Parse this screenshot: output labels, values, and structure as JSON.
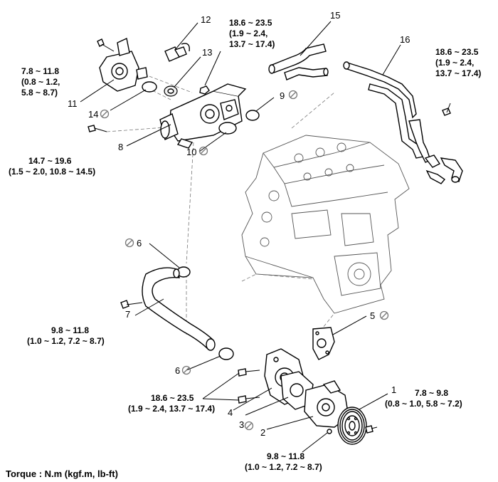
{
  "parts": [
    {
      "num": "1"
    },
    {
      "num": "2"
    },
    {
      "num": "3"
    },
    {
      "num": "4"
    },
    {
      "num": "5"
    },
    {
      "num": "6"
    },
    {
      "num": "6"
    },
    {
      "num": "7"
    },
    {
      "num": "8"
    },
    {
      "num": "9"
    },
    {
      "num": "10"
    },
    {
      "num": "11"
    },
    {
      "num": "12"
    },
    {
      "num": "13"
    },
    {
      "num": "14"
    },
    {
      "num": "15"
    },
    {
      "num": "16"
    }
  ],
  "torques": [
    {
      "lines": [
        "7.8 ~ 11.8",
        "(0.8 ~ 1.2,",
        "5.8 ~ 8.7)"
      ]
    },
    {
      "lines": [
        "18.6 ~ 23.5",
        "(1.9 ~ 2.4,",
        "13.7 ~ 17.4)"
      ]
    },
    {
      "lines": [
        "18.6 ~ 23.5",
        "(1.9 ~ 2.4,",
        "13.7 ~ 17.4)"
      ]
    },
    {
      "lines": [
        "14.7 ~ 19.6",
        "(1.5 ~ 2.0, 10.8 ~ 14.5)"
      ]
    },
    {
      "lines": [
        "9.8 ~ 11.8",
        "(1.0 ~ 1.2, 7.2 ~ 8.7)"
      ]
    },
    {
      "lines": [
        "18.6 ~ 23.5",
        "(1.9 ~ 2.4, 13.7 ~ 17.4)"
      ]
    },
    {
      "lines": [
        "7.8 ~ 9.8",
        "(0.8 ~ 1.0, 5.8 ~ 7.2)"
      ]
    },
    {
      "lines": [
        "9.8 ~ 11.8",
        "(1.0 ~ 1.2, 7.2 ~ 8.7)"
      ]
    }
  ],
  "legend": "Torque : N.m (kgf.m, lb-ft)",
  "colors": {
    "line": "#000000",
    "engine": "#555555",
    "no_reuse_symbol": "#777777"
  }
}
